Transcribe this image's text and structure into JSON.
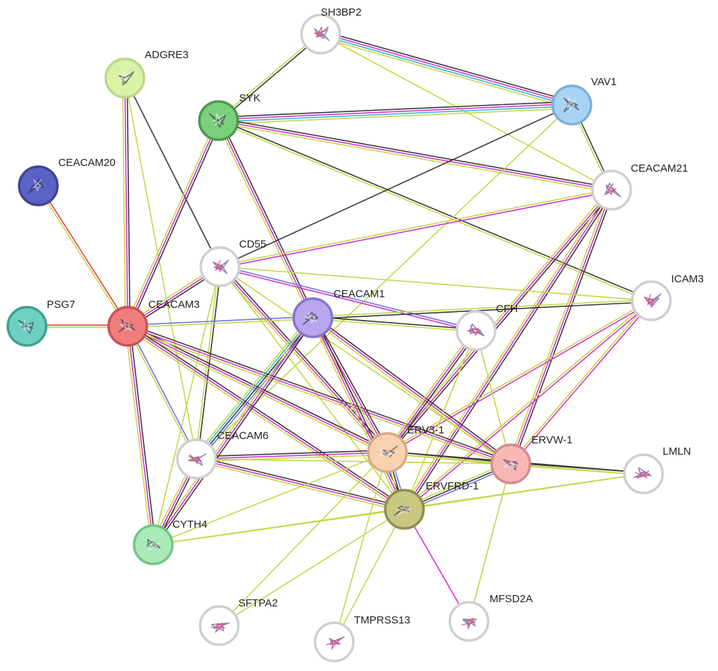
{
  "nodes": [
    {
      "id": "SH3BP2",
      "label": "SH3BP2",
      "color": "#ffffff",
      "ring": "#cfcfcf"
    },
    {
      "id": "ADGRE3",
      "label": "ADGRE3",
      "color": "#d9f2a6",
      "ring": "#b9d98a"
    },
    {
      "id": "SYK",
      "label": "SYK",
      "color": "#7ccf7c",
      "ring": "#4a9a4a"
    },
    {
      "id": "VAV1",
      "label": "VAV1",
      "color": "#a9d3f3",
      "ring": "#7ab0d8"
    },
    {
      "id": "CEACAM20",
      "label": "CEACAM20",
      "color": "#5a62c4",
      "ring": "#3e458f"
    },
    {
      "id": "CEACAM21",
      "label": "CEACAM21",
      "color": "#ffffff",
      "ring": "#cfcfcf"
    },
    {
      "id": "CD55",
      "label": "CD55",
      "color": "#ffffff",
      "ring": "#cfcfcf"
    },
    {
      "id": "ICAM3",
      "label": "ICAM3",
      "color": "#ffffff",
      "ring": "#cfcfcf"
    },
    {
      "id": "PSG7",
      "label": "PSG7",
      "color": "#6fd0c2",
      "ring": "#3e9f91"
    },
    {
      "id": "CEACAM3",
      "label": "CEACAM3",
      "color": "#f07c7c",
      "ring": "#c85454"
    },
    {
      "id": "CEACAM1",
      "label": "CEACAM1",
      "color": "#b9a6ee",
      "ring": "#8a74cc"
    },
    {
      "id": "CFH",
      "label": "CFH",
      "color": "#ffffff",
      "ring": "#cfcfcf"
    },
    {
      "id": "CEACAM6",
      "label": "CEACAM6",
      "color": "#ffffff",
      "ring": "#cfcfcf"
    },
    {
      "id": "ERV3-1",
      "label": "ERV3-1",
      "color": "#f8d2b0",
      "ring": "#d8ab86"
    },
    {
      "id": "ERVW-1",
      "label": "ERVW-1",
      "color": "#f7b7b7",
      "ring": "#d28c8c"
    },
    {
      "id": "LMLN",
      "label": "LMLN",
      "color": "#ffffff",
      "ring": "#cfcfcf"
    },
    {
      "id": "ERVFRD-1",
      "label": "ERVFRD-1",
      "color": "#c9c782",
      "ring": "#8f8d4a"
    },
    {
      "id": "CYTH4",
      "label": "CYTH4",
      "color": "#a9eab8",
      "ring": "#74c487"
    },
    {
      "id": "SFTPA2",
      "label": "SFTPA2",
      "color": "#ffffff",
      "ring": "#cfcfcf"
    },
    {
      "id": "TMPRSS13",
      "label": "TMPRSS13",
      "color": "#ffffff",
      "ring": "#cfcfcf"
    },
    {
      "id": "MFSD2A",
      "label": "MFSD2A",
      "color": "#ffffff",
      "ring": "#cfcfcf"
    }
  ],
  "evidence_colors": {
    "black": "#3a3a3a",
    "magenta": "#d233d2",
    "yellow": "#c6d64a",
    "cyan": "#38b8d8",
    "blue": "#6b74e0",
    "red": "#e33b3b"
  },
  "edges": [
    {
      "source": "SH3BP2",
      "target": "SYK",
      "evidence": [
        "black",
        "yellow"
      ]
    },
    {
      "source": "SH3BP2",
      "target": "VAV1",
      "evidence": [
        "black",
        "magenta",
        "cyan",
        "yellow"
      ]
    },
    {
      "source": "SH3BP2",
      "target": "CEACAM21",
      "evidence": [
        "yellow"
      ]
    },
    {
      "source": "ADGRE3",
      "target": "CEACAM3",
      "evidence": [
        "black",
        "magenta",
        "yellow"
      ]
    },
    {
      "source": "ADGRE3",
      "target": "CD55",
      "evidence": [
        "black"
      ]
    },
    {
      "source": "ADGRE3",
      "target": "CEACAM6",
      "evidence": [
        "yellow"
      ]
    },
    {
      "source": "SYK",
      "target": "VAV1",
      "evidence": [
        "black",
        "magenta",
        "cyan",
        "yellow"
      ]
    },
    {
      "source": "SYK",
      "target": "CEACAM21",
      "evidence": [
        "black",
        "magenta",
        "yellow"
      ]
    },
    {
      "source": "SYK",
      "target": "ICAM3",
      "evidence": [
        "black",
        "yellow"
      ]
    },
    {
      "source": "SYK",
      "target": "CEACAM3",
      "evidence": [
        "black",
        "magenta",
        "yellow"
      ]
    },
    {
      "source": "SYK",
      "target": "CEACAM1",
      "evidence": [
        "black",
        "magenta",
        "yellow"
      ]
    },
    {
      "source": "VAV1",
      "target": "CEACAM21",
      "evidence": [
        "black",
        "yellow"
      ]
    },
    {
      "source": "VAV1",
      "target": "CD55",
      "evidence": [
        "black"
      ]
    },
    {
      "source": "VAV1",
      "target": "CEACAM6",
      "evidence": [
        "yellow"
      ]
    },
    {
      "source": "CEACAM20",
      "target": "CEACAM3",
      "evidence": [
        "red",
        "yellow"
      ]
    },
    {
      "source": "CEACAM21",
      "target": "CD55",
      "evidence": [
        "magenta",
        "yellow"
      ]
    },
    {
      "source": "CEACAM21",
      "target": "ERV3-1",
      "evidence": [
        "black",
        "magenta",
        "yellow"
      ]
    },
    {
      "source": "CEACAM21",
      "target": "ERVW-1",
      "evidence": [
        "black",
        "magenta",
        "yellow"
      ]
    },
    {
      "source": "CEACAM21",
      "target": "ERVFRD-1",
      "evidence": [
        "black",
        "magenta",
        "yellow"
      ]
    },
    {
      "source": "CD55",
      "target": "ICAM3",
      "evidence": [
        "yellow"
      ]
    },
    {
      "source": "CD55",
      "target": "CFH",
      "evidence": [
        "blue",
        "magenta"
      ]
    },
    {
      "source": "CD55",
      "target": "CEACAM3",
      "evidence": [
        "black",
        "magenta",
        "yellow"
      ]
    },
    {
      "source": "CD55",
      "target": "CEACAM6",
      "evidence": [
        "black",
        "yellow"
      ]
    },
    {
      "source": "CD55",
      "target": "CYTH4",
      "evidence": [
        "yellow"
      ]
    },
    {
      "source": "CD55",
      "target": "ERV3-1",
      "evidence": [
        "black",
        "magenta",
        "yellow"
      ]
    },
    {
      "source": "CD55",
      "target": "ERVW-1",
      "evidence": [
        "yellow"
      ]
    },
    {
      "source": "CD55",
      "target": "ERVFRD-1",
      "evidence": [
        "yellow"
      ]
    },
    {
      "source": "ICAM3",
      "target": "CEACAM1",
      "evidence": [
        "black",
        "yellow"
      ]
    },
    {
      "source": "ICAM3",
      "target": "ERV3-1",
      "evidence": [
        "magenta",
        "yellow"
      ]
    },
    {
      "source": "ICAM3",
      "target": "ERVW-1",
      "evidence": [
        "magenta",
        "yellow"
      ]
    },
    {
      "source": "ICAM3",
      "target": "ERVFRD-1",
      "evidence": [
        "magenta",
        "yellow"
      ]
    },
    {
      "source": "PSG7",
      "target": "CEACAM3",
      "evidence": [
        "red",
        "yellow"
      ]
    },
    {
      "source": "CEACAM3",
      "target": "CEACAM1",
      "evidence": [
        "blue",
        "yellow"
      ]
    },
    {
      "source": "CEACAM3",
      "target": "CEACAM6",
      "evidence": [
        "blue",
        "yellow"
      ]
    },
    {
      "source": "CEACAM3",
      "target": "CYTH4",
      "evidence": [
        "black",
        "magenta",
        "yellow"
      ]
    },
    {
      "source": "CEACAM3",
      "target": "ERV3-1",
      "evidence": [
        "black",
        "magenta",
        "yellow"
      ]
    },
    {
      "source": "CEACAM3",
      "target": "ERVW-1",
      "evidence": [
        "black",
        "magenta",
        "yellow"
      ]
    },
    {
      "source": "CEACAM3",
      "target": "ERVFRD-1",
      "evidence": [
        "black",
        "magenta",
        "yellow"
      ]
    },
    {
      "source": "CEACAM1",
      "target": "CFH",
      "evidence": [
        "black",
        "yellow"
      ]
    },
    {
      "source": "CEACAM1",
      "target": "CEACAM6",
      "evidence": [
        "blue",
        "black",
        "cyan",
        "yellow"
      ]
    },
    {
      "source": "CEACAM1",
      "target": "CYTH4",
      "evidence": [
        "black",
        "magenta",
        "yellow"
      ]
    },
    {
      "source": "CEACAM1",
      "target": "ERV3-1",
      "evidence": [
        "black",
        "magenta",
        "yellow"
      ]
    },
    {
      "source": "CEACAM1",
      "target": "ERVW-1",
      "evidence": [
        "black",
        "magenta",
        "yellow"
      ]
    },
    {
      "source": "CEACAM1",
      "target": "ERVFRD-1",
      "evidence": [
        "black",
        "magenta",
        "yellow"
      ]
    },
    {
      "source": "CFH",
      "target": "ERV3-1",
      "evidence": [
        "black",
        "magenta",
        "yellow"
      ]
    },
    {
      "source": "CFH",
      "target": "ERVW-1",
      "evidence": [
        "yellow"
      ]
    },
    {
      "source": "CFH",
      "target": "ERVFRD-1",
      "evidence": [
        "yellow"
      ]
    },
    {
      "source": "CEACAM6",
      "target": "CYTH4",
      "evidence": [
        "black",
        "magenta",
        "yellow"
      ]
    },
    {
      "source": "CEACAM6",
      "target": "ERV3-1",
      "evidence": [
        "black",
        "magenta",
        "yellow"
      ]
    },
    {
      "source": "CEACAM6",
      "target": "ERVW-1",
      "evidence": [
        "yellow"
      ]
    },
    {
      "source": "CEACAM6",
      "target": "ERVFRD-1",
      "evidence": [
        "black",
        "magenta",
        "yellow"
      ]
    },
    {
      "source": "ERV3-1",
      "target": "ERVW-1",
      "evidence": [
        "black",
        "yellow"
      ]
    },
    {
      "source": "ERV3-1",
      "target": "ERVFRD-1",
      "evidence": [
        "blue",
        "black",
        "yellow"
      ]
    },
    {
      "source": "ERV3-1",
      "target": "LMLN",
      "evidence": [
        "black",
        "yellow"
      ]
    },
    {
      "source": "ERV3-1",
      "target": "CYTH4",
      "evidence": [
        "yellow"
      ]
    },
    {
      "source": "ERV3-1",
      "target": "SFTPA2",
      "evidence": [
        "yellow"
      ]
    },
    {
      "source": "ERV3-1",
      "target": "TMPRSS13",
      "evidence": [
        "yellow"
      ]
    },
    {
      "source": "ERVW-1",
      "target": "ERVFRD-1",
      "evidence": [
        "blue",
        "black",
        "yellow"
      ]
    },
    {
      "source": "ERVW-1",
      "target": "LMLN",
      "evidence": [
        "black",
        "yellow"
      ]
    },
    {
      "source": "ERVW-1",
      "target": "MFSD2A",
      "evidence": [
        "yellow"
      ]
    },
    {
      "source": "ERVFRD-1",
      "target": "LMLN",
      "evidence": [
        "yellow"
      ]
    },
    {
      "source": "ERVFRD-1",
      "target": "CYTH4",
      "evidence": [
        "yellow"
      ]
    },
    {
      "source": "ERVFRD-1",
      "target": "SFTPA2",
      "evidence": [
        "yellow"
      ]
    },
    {
      "source": "ERVFRD-1",
      "target": "TMPRSS13",
      "evidence": [
        "yellow"
      ]
    },
    {
      "source": "ERVFRD-1",
      "target": "MFSD2A",
      "evidence": [
        "magenta"
      ]
    },
    {
      "source": "CYTH4",
      "target": "LMLN",
      "evidence": [
        "yellow"
      ]
    }
  ]
}
